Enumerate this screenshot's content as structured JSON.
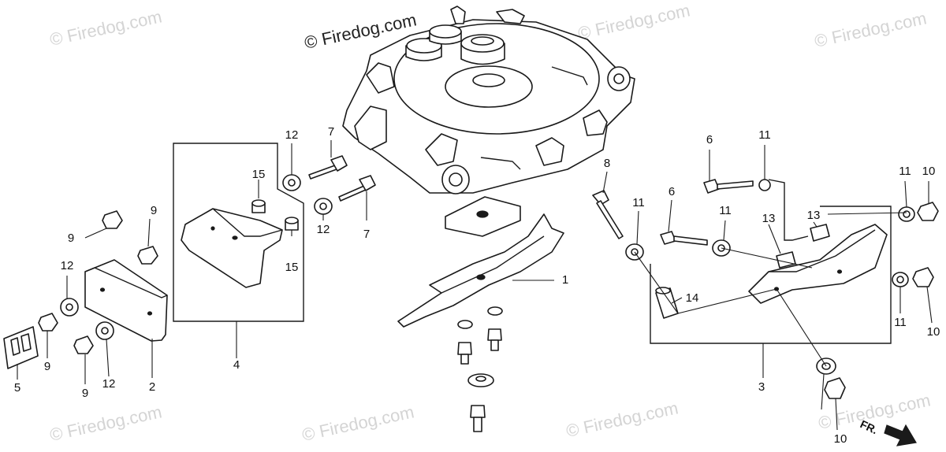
{
  "watermark": {
    "main": "© Firedog.com",
    "faint": "© Firedog.com"
  },
  "front_marker": "FR.",
  "callouts": {
    "c1": "1",
    "c2": "2",
    "c3": "3",
    "c4": "4",
    "c5": "5",
    "c6a": "6",
    "c6b": "6",
    "c7a": "7",
    "c7b": "7",
    "c8": "8",
    "c9a": "9",
    "c9b": "9",
    "c9c": "9",
    "c9d": "9",
    "c10a": "10",
    "c10b": "10",
    "c10c": "10",
    "c11a": "11",
    "c11b": "11",
    "c11c": "11",
    "c11d": "11",
    "c11e": "11",
    "c12a": "12",
    "c12b": "12",
    "c12c": "12",
    "c12d": "12",
    "c13a": "13",
    "c13b": "13",
    "c14": "14",
    "c15a": "15",
    "c15b": "15"
  },
  "colors": {
    "ink": "#1a1a1a",
    "watermark": "#d4d4d4",
    "paper": "#ffffff"
  }
}
